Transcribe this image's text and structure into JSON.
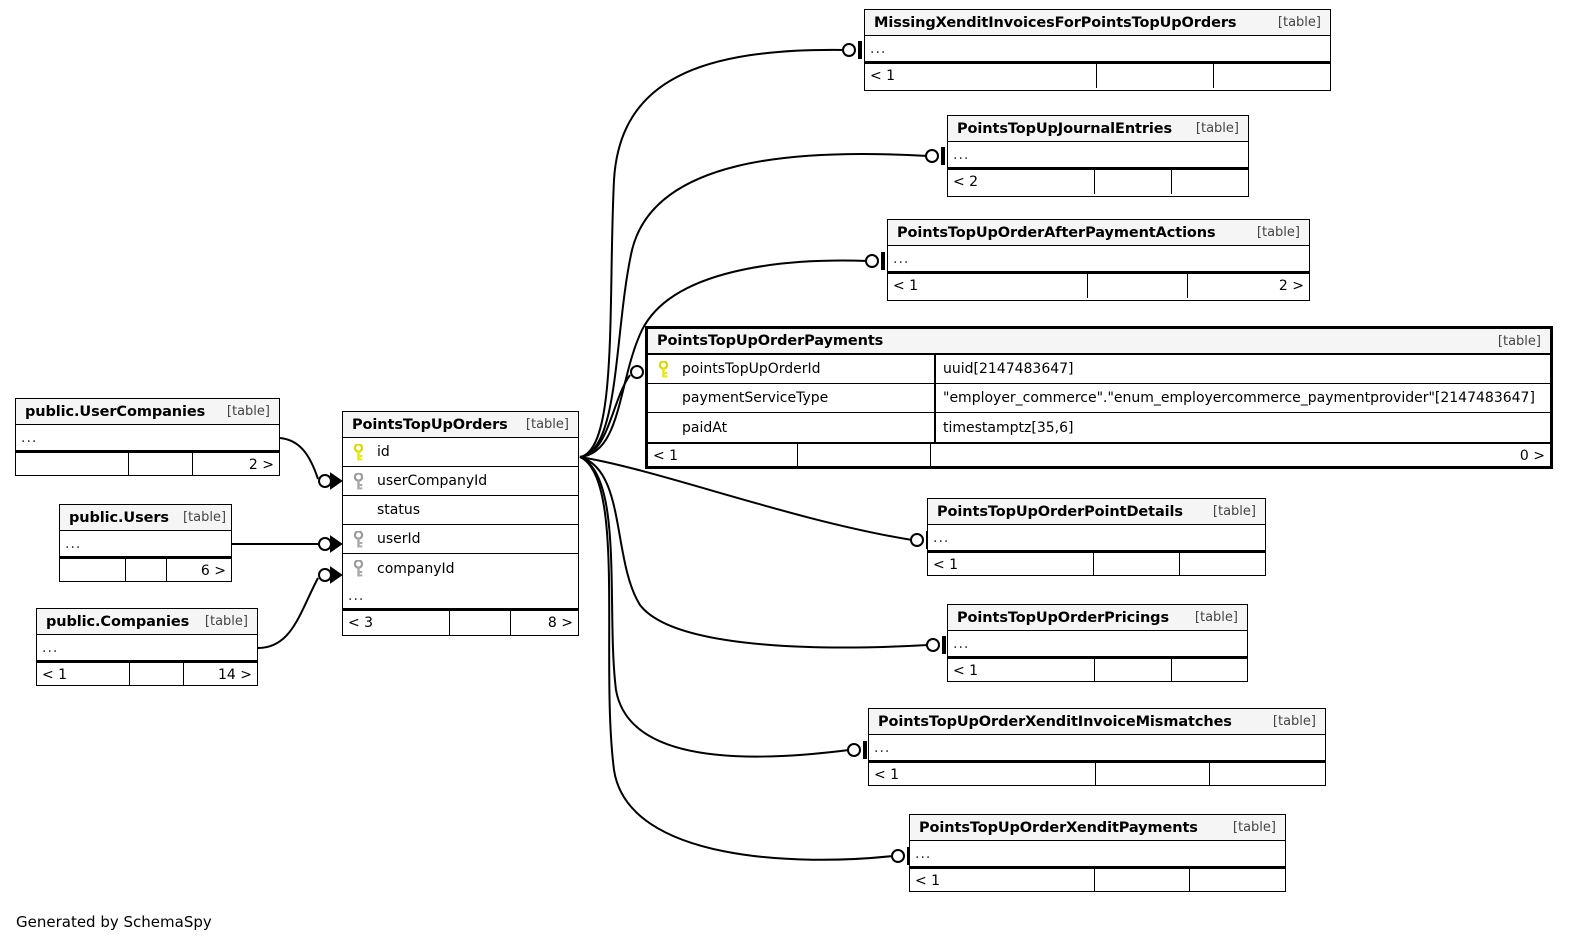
{
  "diagram": {
    "generator_credit": "Generated by SchemaSpy",
    "table_tag": "[table]",
    "ellipsis": "...",
    "key_icon": "key-icon",
    "colors": {
      "pk_key": "#e8e800",
      "fk_key": "#a8a8a8",
      "header_bg": "#f5f5f5",
      "border": "#000000"
    }
  },
  "tables": [
    {
      "id": "missing-xendit-invoices",
      "name": "MissingXenditInvoicesForPointsTopUpOrders",
      "tag": "[table]",
      "ellipsis": "...",
      "footer": {
        "left": "< 1",
        "mid": "",
        "right": ""
      }
    },
    {
      "id": "points-topup-journal-entries",
      "name": "PointsTopUpJournalEntries",
      "tag": "[table]",
      "ellipsis": "...",
      "footer": {
        "left": "< 2",
        "mid": "",
        "right": ""
      }
    },
    {
      "id": "points-topup-order-after-payment-actions",
      "name": "PointsTopUpOrderAfterPaymentActions",
      "tag": "[table]",
      "ellipsis": "...",
      "footer": {
        "left": "< 1",
        "mid": "",
        "right": "2 >"
      }
    },
    {
      "id": "points-topup-order-payments",
      "name": "PointsTopUpOrderPayments",
      "tag": "[table]",
      "focus": true,
      "columns": [
        {
          "key": "pk",
          "name": "pointsTopUpOrderId",
          "type": "uuid[2147483647]"
        },
        {
          "key": "none",
          "name": "paymentServiceType",
          "type": "\"employer_commerce\".\"enum_employercommerce_paymentprovider\"[2147483647]"
        },
        {
          "key": "none",
          "name": "paidAt",
          "type": "timestamptz[35,6]"
        }
      ],
      "footer": {
        "left": "< 1",
        "mid": "",
        "right": "0 >"
      }
    },
    {
      "id": "points-topup-orders",
      "name": "PointsTopUpOrders",
      "tag": "[table]",
      "columns": [
        {
          "key": "pk",
          "name": "id",
          "type": ""
        },
        {
          "key": "fk",
          "name": "userCompanyId",
          "type": ""
        },
        {
          "key": "none",
          "name": "status",
          "type": ""
        },
        {
          "key": "fk",
          "name": "userId",
          "type": ""
        },
        {
          "key": "fk",
          "name": "companyId",
          "type": ""
        }
      ],
      "ellipsis": "...",
      "footer": {
        "left": "< 3",
        "mid": "",
        "right": "8 >"
      }
    },
    {
      "id": "points-topup-order-point-details",
      "name": "PointsTopUpOrderPointDetails",
      "tag": "[table]",
      "ellipsis": "...",
      "footer": {
        "left": "< 1",
        "mid": "",
        "right": ""
      }
    },
    {
      "id": "points-topup-order-pricings",
      "name": "PointsTopUpOrderPricings",
      "tag": "[table]",
      "ellipsis": "...",
      "footer": {
        "left": "< 1",
        "mid": "",
        "right": ""
      }
    },
    {
      "id": "points-topup-order-xendit-invoice-mismatches",
      "name": "PointsTopUpOrderXenditInvoiceMismatches",
      "tag": "[table]",
      "ellipsis": "...",
      "footer": {
        "left": "< 1",
        "mid": "",
        "right": ""
      }
    },
    {
      "id": "points-topup-order-xendit-payments",
      "name": "PointsTopUpOrderXenditPayments",
      "tag": "[table]",
      "ellipsis": "...",
      "footer": {
        "left": "< 1",
        "mid": "",
        "right": ""
      }
    },
    {
      "id": "public-usercompanies",
      "name": "public.UserCompanies",
      "tag": "[table]",
      "ellipsis": "...",
      "footer": {
        "left": "",
        "mid": "",
        "right": "2 >"
      }
    },
    {
      "id": "public-users",
      "name": "public.Users",
      "tag": "[table]",
      "ellipsis": "...",
      "footer": {
        "left": "",
        "mid": "",
        "right": "6 >"
      }
    },
    {
      "id": "public-companies",
      "name": "public.Companies",
      "tag": "[table]",
      "ellipsis": "...",
      "footer": {
        "left": "< 1",
        "mid": "",
        "right": "14 >"
      }
    }
  ]
}
